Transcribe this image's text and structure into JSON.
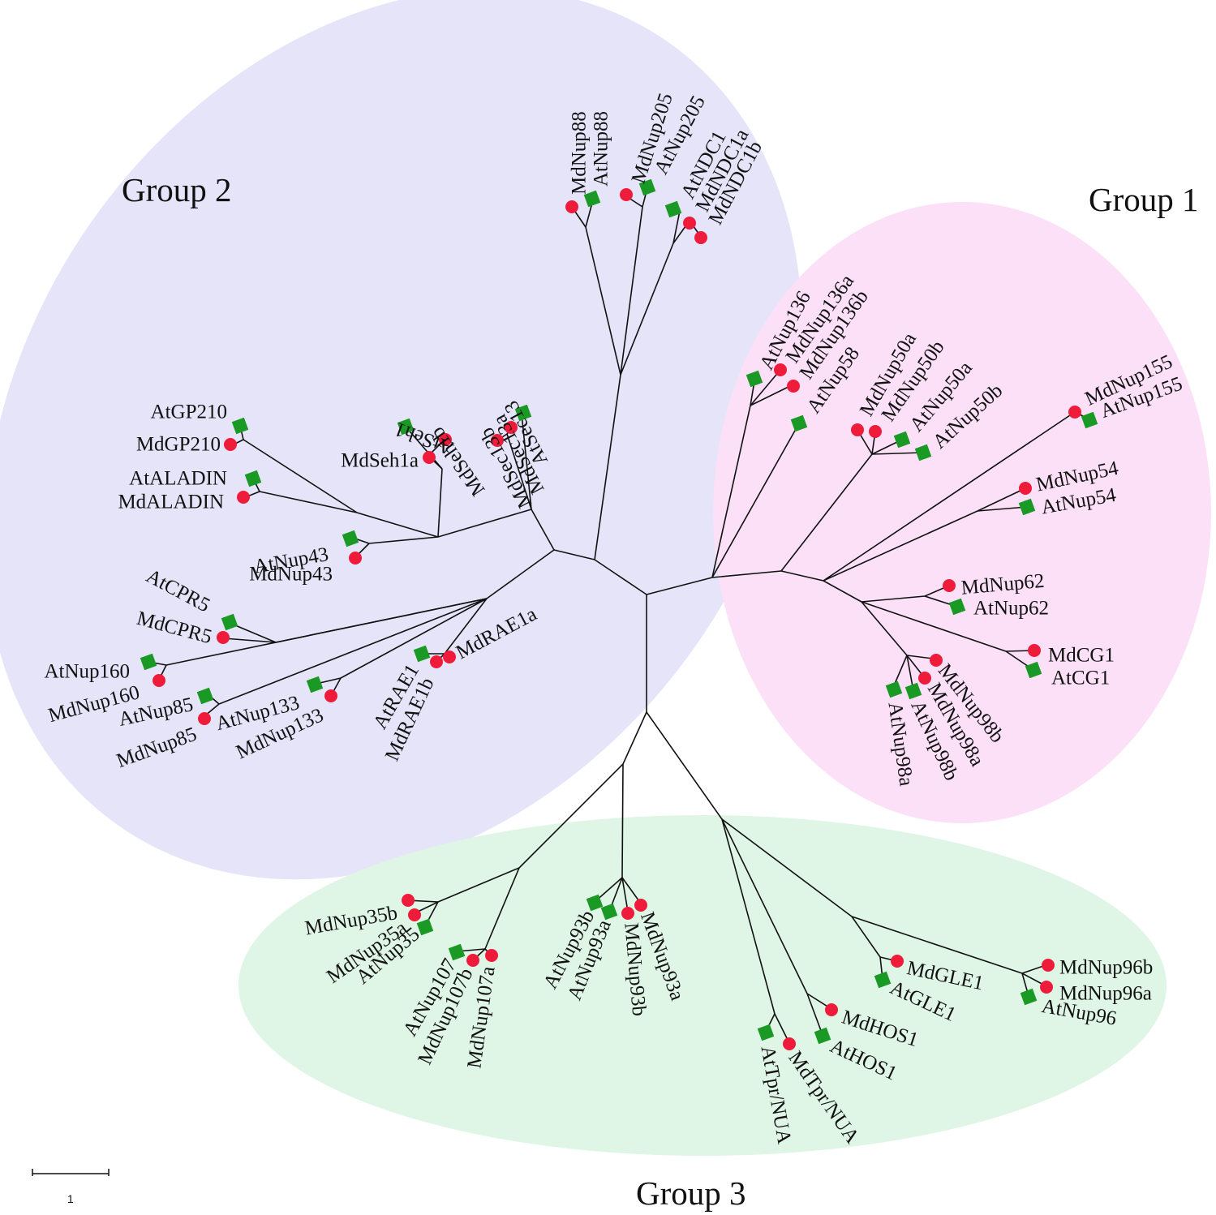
{
  "colors": {
    "group1_fill": "#fbe0f8",
    "group2_fill": "#e6e4f9",
    "group3_fill": "#dff5e6",
    "md_marker": "#ee1c3a",
    "at_marker": "#1a9a24",
    "branch": "#111111"
  },
  "groups": {
    "group1": "Group 1",
    "group2": "Group 2",
    "group3": "Group 3"
  },
  "scale": {
    "label": "1"
  },
  "marker_legend": {
    "Md": "red-circle-marker",
    "At": "green-square-marker"
  },
  "leaves": [
    {
      "id": "MdNup88",
      "label": "MdNup88",
      "species": "Md",
      "group": 2
    },
    {
      "id": "AtNup88",
      "label": "AtNup88",
      "species": "At",
      "group": 2
    },
    {
      "id": "MdNup205",
      "label": "MdNup205",
      "species": "Md",
      "group": 2
    },
    {
      "id": "AtNup205",
      "label": "AtNup205",
      "species": "At",
      "group": 2
    },
    {
      "id": "AtNDC1",
      "label": "AtNDC1",
      "species": "At",
      "group": 2
    },
    {
      "id": "MdNDC1a",
      "label": "MdNDC1a",
      "species": "Md",
      "group": 2
    },
    {
      "id": "MdNDC1b",
      "label": "MdNDC1b",
      "species": "Md",
      "group": 2
    },
    {
      "id": "AtSec13",
      "label": "AtSec13",
      "species": "At",
      "group": 2
    },
    {
      "id": "MdSec13a",
      "label": "MdSec13a",
      "species": "Md",
      "group": 2
    },
    {
      "id": "MdSec13b",
      "label": "MdSec13b",
      "species": "Md",
      "group": 2
    },
    {
      "id": "MdSeh1b",
      "label": "MdSeh1b",
      "species": "Md",
      "group": 2
    },
    {
      "id": "AtSeh1",
      "label": "AtSeh1",
      "species": "At",
      "group": 2
    },
    {
      "id": "MdSeh1a",
      "label": "MdSeh1a",
      "species": "Md",
      "group": 2
    },
    {
      "id": "AtGP210",
      "label": "AtGP210",
      "species": "At",
      "group": 2
    },
    {
      "id": "MdGP210",
      "label": "MdGP210",
      "species": "Md",
      "group": 2
    },
    {
      "id": "AtALADIN",
      "label": "AtALADIN",
      "species": "At",
      "group": 2
    },
    {
      "id": "MdALADIN",
      "label": "MdALADIN",
      "species": "Md",
      "group": 2
    },
    {
      "id": "AtNup43",
      "label": "AtNup43",
      "species": "At",
      "group": 2
    },
    {
      "id": "MdNup43",
      "label": "MdNup43",
      "species": "Md",
      "group": 2
    },
    {
      "id": "AtCPR5",
      "label": "AtCPR5",
      "species": "At",
      "group": 2
    },
    {
      "id": "MdCPR5",
      "label": "MdCPR5",
      "species": "Md",
      "group": 2
    },
    {
      "id": "AtNup160",
      "label": "AtNup160",
      "species": "At",
      "group": 2
    },
    {
      "id": "MdNup160",
      "label": "MdNup160",
      "species": "Md",
      "group": 2
    },
    {
      "id": "AtNup85",
      "label": "AtNup85",
      "species": "At",
      "group": 2
    },
    {
      "id": "MdNup85",
      "label": "MdNup85",
      "species": "Md",
      "group": 2
    },
    {
      "id": "AtNup133",
      "label": "AtNup133",
      "species": "At",
      "group": 2
    },
    {
      "id": "MdNup133",
      "label": "MdNup133",
      "species": "Md",
      "group": 2
    },
    {
      "id": "AtRAE1",
      "label": "AtRAE1",
      "species": "At",
      "group": 2
    },
    {
      "id": "MdRAE1b",
      "label": "MdRAE1b",
      "species": "Md",
      "group": 2
    },
    {
      "id": "MdRAE1a",
      "label": "MdRAE1a",
      "species": "Md",
      "group": 2
    },
    {
      "id": "AtNup136",
      "label": "AtNup136",
      "species": "At",
      "group": 1
    },
    {
      "id": "MdNup136a",
      "label": "MdNup136a",
      "species": "Md",
      "group": 1
    },
    {
      "id": "MdNup136b",
      "label": "MdNup136b",
      "species": "Md",
      "group": 1
    },
    {
      "id": "AtNup58",
      "label": "AtNup58",
      "species": "At",
      "group": 1
    },
    {
      "id": "MdNup50a",
      "label": "MdNup50a",
      "species": "Md",
      "group": 1
    },
    {
      "id": "MdNup50b",
      "label": "MdNup50b",
      "species": "Md",
      "group": 1
    },
    {
      "id": "AtNup50a",
      "label": "AtNup50a",
      "species": "At",
      "group": 1
    },
    {
      "id": "AtNup50b",
      "label": "AtNup50b",
      "species": "At",
      "group": 1
    },
    {
      "id": "MdNup155",
      "label": "MdNup155",
      "species": "Md",
      "group": 1
    },
    {
      "id": "AtNup155",
      "label": "AtNup155",
      "species": "At",
      "group": 1
    },
    {
      "id": "MdNup54",
      "label": "MdNup54",
      "species": "Md",
      "group": 1
    },
    {
      "id": "AtNup54",
      "label": "AtNup54",
      "species": "At",
      "group": 1
    },
    {
      "id": "MdNup62",
      "label": "MdNup62",
      "species": "Md",
      "group": 1
    },
    {
      "id": "AtNup62",
      "label": "AtNup62",
      "species": "At",
      "group": 1
    },
    {
      "id": "MdCG1",
      "label": "MdCG1",
      "species": "Md",
      "group": 1
    },
    {
      "id": "AtCG1",
      "label": "AtCG1",
      "species": "At",
      "group": 1
    },
    {
      "id": "MdNup98b",
      "label": "MdNup98b",
      "species": "Md",
      "group": 1
    },
    {
      "id": "MdNup98a",
      "label": "MdNup98a",
      "species": "Md",
      "group": 1
    },
    {
      "id": "AtNup98b",
      "label": "AtNup98b",
      "species": "At",
      "group": 1
    },
    {
      "id": "AtNup98a",
      "label": "AtNup98a",
      "species": "At",
      "group": 1
    },
    {
      "id": "MdNup35b",
      "label": "MdNup35b",
      "species": "Md",
      "group": 3
    },
    {
      "id": "MdNup35a",
      "label": "MdNup35a",
      "species": "Md",
      "group": 3
    },
    {
      "id": "AtNup35",
      "label": "AtNup35",
      "species": "At",
      "group": 3
    },
    {
      "id": "AtNup107",
      "label": "AtNup107",
      "species": "At",
      "group": 3
    },
    {
      "id": "MdNup107b",
      "label": "MdNup107b",
      "species": "Md",
      "group": 3
    },
    {
      "id": "MdNup107a",
      "label": "MdNup107a",
      "species": "Md",
      "group": 3
    },
    {
      "id": "AtNup93b",
      "label": "AtNup93b",
      "species": "At",
      "group": 3
    },
    {
      "id": "AtNup93a",
      "label": "AtNup93a",
      "species": "At",
      "group": 3
    },
    {
      "id": "MdNup93b",
      "label": "MdNup93b",
      "species": "Md",
      "group": 3
    },
    {
      "id": "MdNup93a",
      "label": "MdNup93a",
      "species": "Md",
      "group": 3
    },
    {
      "id": "AtTprNUA",
      "label": "AtTpr/NUA",
      "species": "At",
      "group": 3
    },
    {
      "id": "MdTprNUA",
      "label": "MdTpr/NUA",
      "species": "Md",
      "group": 3
    },
    {
      "id": "AtHOS1",
      "label": "AtHOS1",
      "species": "At",
      "group": 3
    },
    {
      "id": "MdHOS1",
      "label": "MdHOS1",
      "species": "Md",
      "group": 3
    },
    {
      "id": "AtGLE1",
      "label": "AtGLE1",
      "species": "At",
      "group": 3
    },
    {
      "id": "MdGLE1",
      "label": "MdGLE1",
      "species": "Md",
      "group": 3
    },
    {
      "id": "AtNup96",
      "label": "AtNup96",
      "species": "At",
      "group": 3
    },
    {
      "id": "MdNup96a",
      "label": "MdNup96a",
      "species": "Md",
      "group": 3
    },
    {
      "id": "MdNup96b",
      "label": "MdNup96b",
      "species": "Md",
      "group": 3
    }
  ]
}
